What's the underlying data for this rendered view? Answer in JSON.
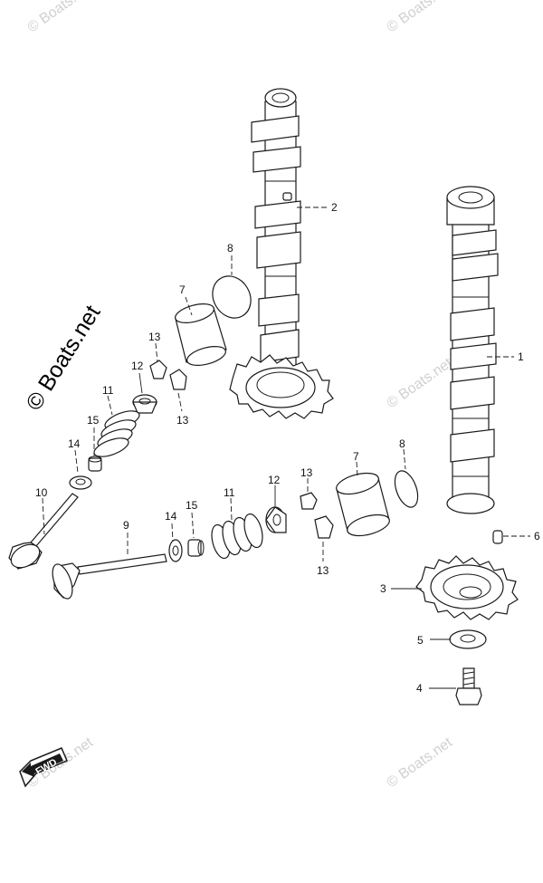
{
  "watermarks": {
    "brand": "© Boats.net",
    "large": "© Boats.net"
  },
  "fwd_label": "FWD",
  "callouts": {
    "c1": "1",
    "c2": "2",
    "c3": "3",
    "c4": "4",
    "c5": "5",
    "c6": "6",
    "c7a": "7",
    "c7b": "7",
    "c8a": "8",
    "c8b": "8",
    "c9": "9",
    "c10": "10",
    "c11a": "11",
    "c11b": "11",
    "c12a": "12",
    "c12b": "12",
    "c13a": "13",
    "c13b": "13",
    "c13c": "13",
    "c13d": "13",
    "c14a": "14",
    "c14b": "14",
    "c15a": "15",
    "c15b": "15"
  }
}
